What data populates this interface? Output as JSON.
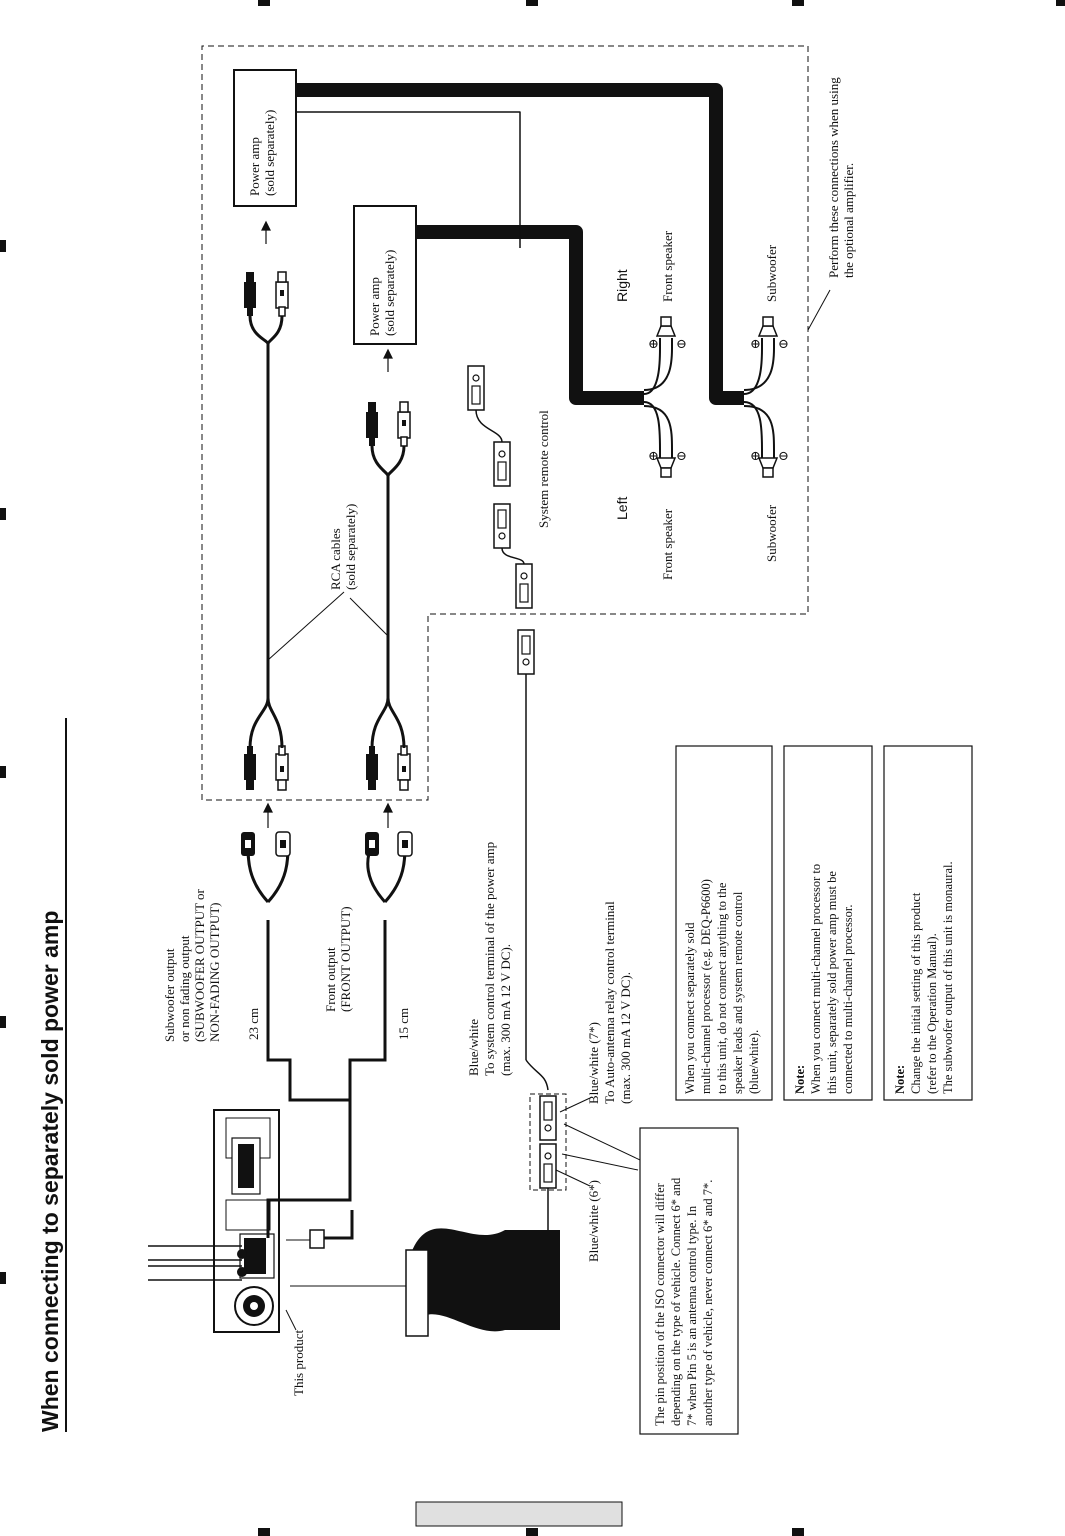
{
  "title": "When connecting to separately sold power amp",
  "labels": {
    "this_product": "This product",
    "sub_output": [
      "Subwoofer output",
      "or non fading output",
      "(SUBWOOFER OUTPUT or",
      "NON-FADING OUTPUT)"
    ],
    "sub_cable_len": "23 cm",
    "front_output": [
      "Front output",
      "(FRONT OUTPUT)"
    ],
    "front_cable_len": "15 cm",
    "rca_cables": [
      "RCA cables",
      "(sold separately)"
    ],
    "power_amp_top": [
      "Power amp",
      "(sold separately)"
    ],
    "power_amp_mid": [
      "Power amp",
      "(sold separately)"
    ],
    "system_remote": "System remote control",
    "left": "Left",
    "right": "Right",
    "front_speaker_left": "Front speaker",
    "front_speaker_right": "Front speaker",
    "subwoofer_left": "Subwoofer",
    "subwoofer_right": "Subwoofer",
    "perform_note": [
      "Perform these connections when using",
      "the optional amplifier."
    ],
    "blue_white_remote": [
      "Blue/white",
      "To system control terminal of the power amp",
      "(max. 300 mA 12 V DC)."
    ],
    "blue_white_7": [
      "Blue/white (7*)",
      "To Auto-antenna relay control terminal",
      "(max. 300 mA 12 V DC)."
    ],
    "blue_white_6": "Blue/white (6*)",
    "plus_sign": "⊕",
    "minus_sign": "⊖"
  },
  "notes": {
    "iso_note": [
      "The pin position of the ISO connector will differ",
      "depending on the type of vehicle. Connect 6* and",
      "7* when Pin 5 is an antenna control type. In",
      "another type of vehicle, never connect 6* and 7*."
    ],
    "box1": [
      "When you connect separately sold",
      "multi-channel processor (e.g. DEQ-P6600)",
      "to this unit, do not connect anything to the",
      "speaker leads and system remote control",
      "(blue/white)."
    ],
    "box2_title": "Note:",
    "box2": [
      "When you connect multi-channel processor to",
      "this unit, separately sold power amp must be",
      "connected to multi-channel processor."
    ],
    "box3_title": "Note:",
    "box3": [
      "Change the initial setting of this product",
      "(refer to the Operation Manual).",
      "The subwoofer output of this unit is monaural."
    ]
  }
}
